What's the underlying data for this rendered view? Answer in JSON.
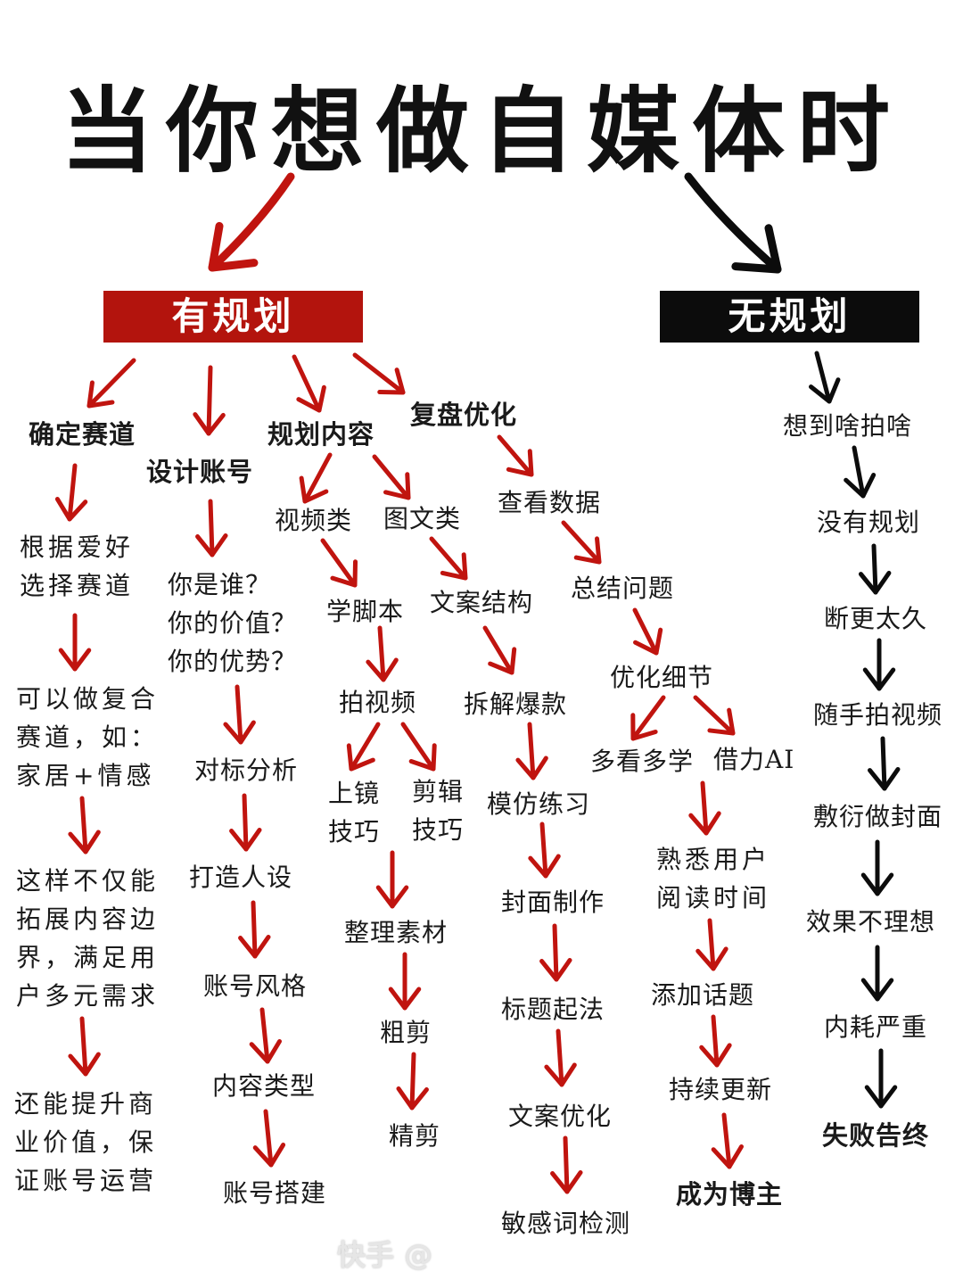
{
  "title": "当你想做自媒体时",
  "colors": {
    "accent_red": "#b3140d",
    "arrow_red": "#c0140f",
    "black": "#0c0c0c"
  },
  "planned": {
    "label": "有规划",
    "branches": {
      "track": {
        "label": "确定赛道",
        "steps": [
          "根据爱好\n选择赛道",
          "可以做复合\n赛道，如：\n家居+情感",
          "这样不仅能\n拓展内容边\n界，满足用\n户多元需求",
          "还能提升商\n业价值，保\n证账号运营"
        ]
      },
      "account": {
        "label": "设计账号",
        "steps": [
          "你是谁？\n你的价值？\n你的优势？",
          "对标分析",
          "打造人设",
          "账号风格",
          "内容类型",
          "账号搭建"
        ]
      },
      "content": {
        "label": "规划内容",
        "video": {
          "label": "视频类",
          "steps": [
            "学脚本",
            "拍视频"
          ],
          "sub": [
            "上镜\n技巧",
            "剪辑\n技巧"
          ],
          "after": [
            "整理素材",
            "粗剪",
            "精剪"
          ]
        },
        "text": {
          "label": "图文类",
          "steps": [
            "文案结构",
            "拆解爆款",
            "模仿练习",
            "封面制作",
            "标题起法",
            "文案优化",
            "敏感词检测"
          ]
        }
      },
      "review": {
        "label": "复盘优化",
        "steps": [
          "查看数据",
          "总结问题",
          "优化细节"
        ],
        "sub": [
          "多看多学",
          "借力AI"
        ],
        "after": [
          "熟悉用户\n阅读时间",
          "添加话题",
          "持续更新",
          "成为博主"
        ]
      }
    }
  },
  "unplanned": {
    "label": "无规划",
    "steps": [
      "想到啥拍啥",
      "没有规划",
      "断更太久",
      "随手拍视频",
      "敷衍做封面",
      "效果不理想",
      "内耗严重",
      "失败告终"
    ]
  },
  "watermark": "快手 @"
}
